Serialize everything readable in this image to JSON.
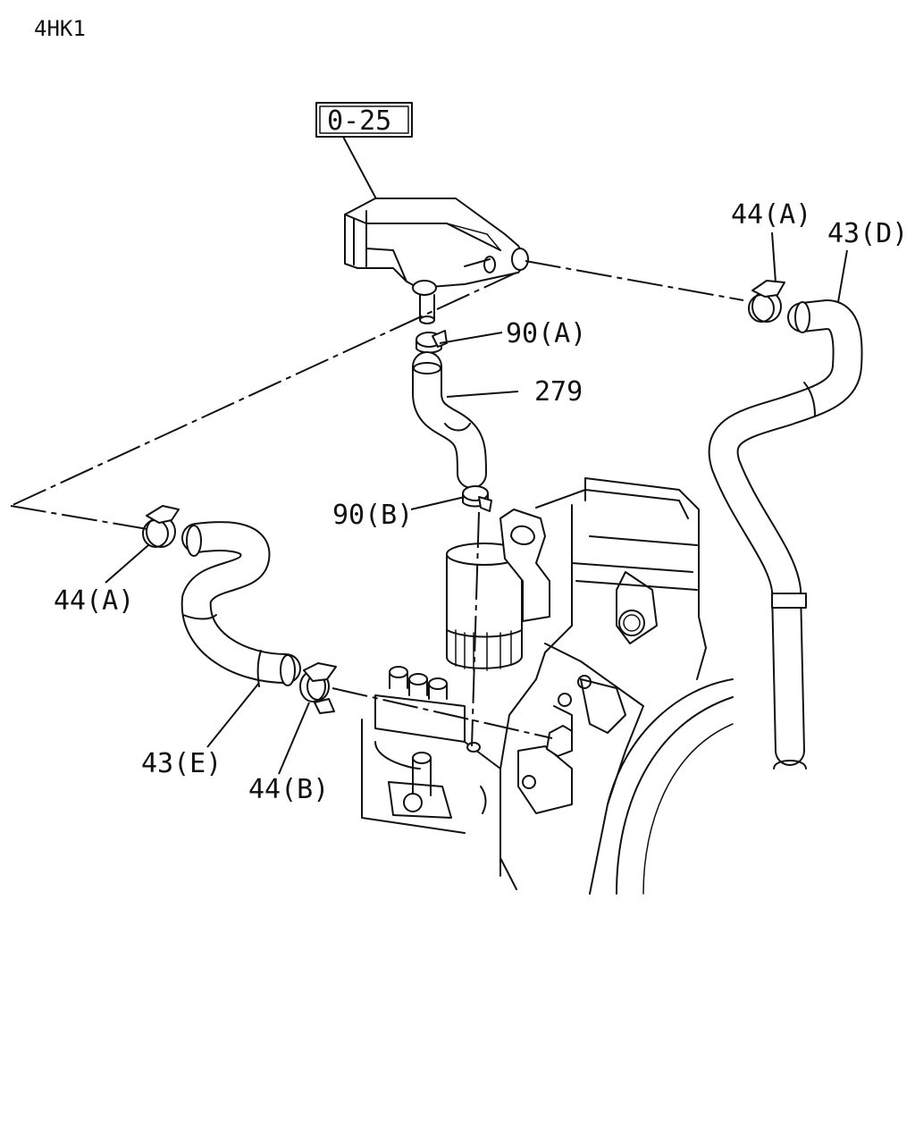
{
  "model_code": "4HK1",
  "reference_box": "0-25",
  "callouts": {
    "clamp_a_top": "44(A)",
    "hose_d": "43(D)",
    "clamp_90a": "90(A)",
    "hose_279": "279",
    "clamp_90b": "90(B)",
    "clamp_a_left": "44(A)",
    "hose_e": "43(E)",
    "clamp_b": "44(B)"
  }
}
